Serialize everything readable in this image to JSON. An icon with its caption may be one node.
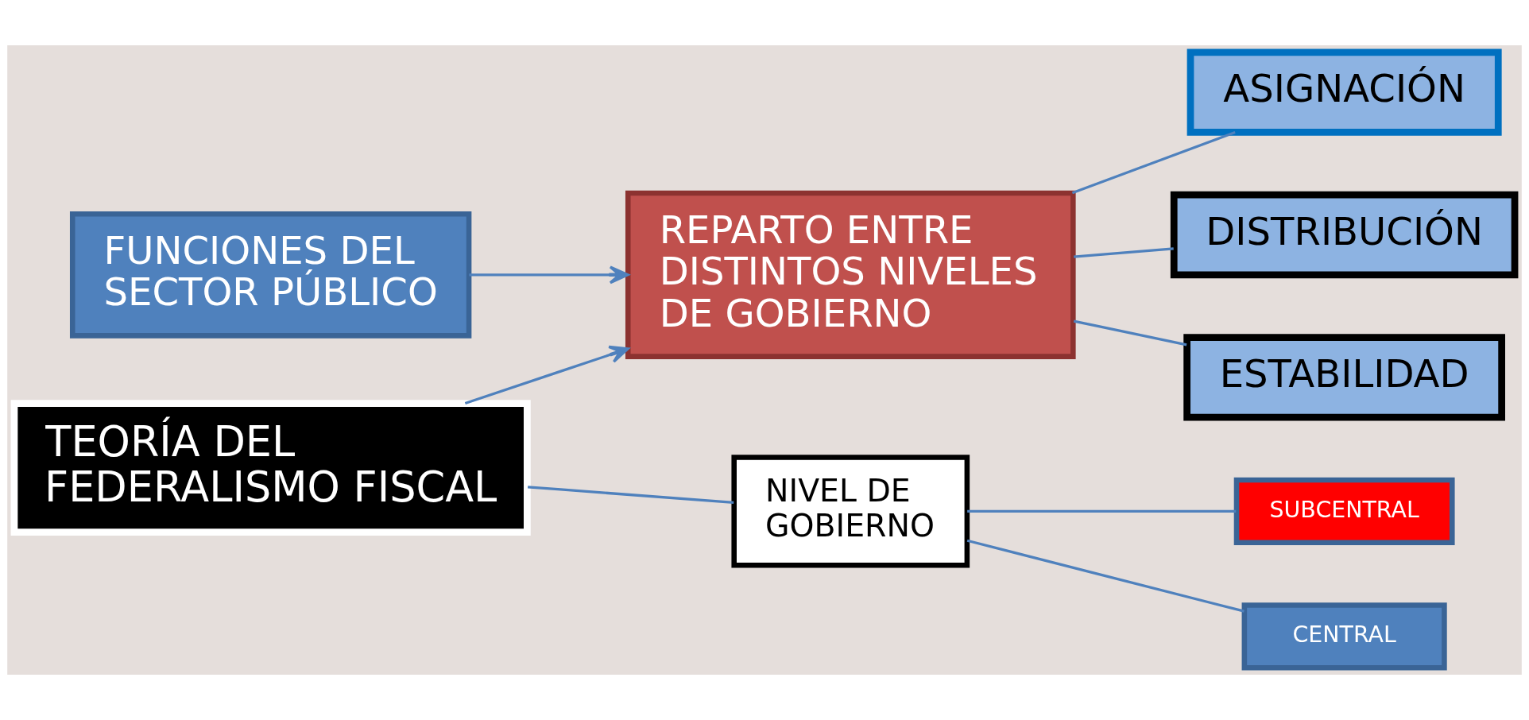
{
  "diagram": {
    "nodes": [
      {
        "text": [
          "FUNCIONES DEL SECTOR PÚBLICO"
        ]
      },
      {
        "text": [
          "REPARTO ENTRE DISTINTOS NIVELES DE GOBIERNO"
        ]
      },
      {
        "text": [
          "ASIGNACIÓN"
        ]
      },
      {
        "text": [
          "DISTRIBUCIÓN"
        ]
      },
      {
        "text": [
          "ESTABILIDAD"
        ]
      },
      {
        "text": [
          "TEORÍA DEL FEDERALISMO FISCAL"
        ]
      },
      {
        "text": [
          "NIVEL DE GOBIERNO"
        ]
      },
      {
        "text": [
          "SUBCENTRAL"
        ]
      },
      {
        "text": [
          "CENTRAL"
        ]
      }
    ],
    "edges": [
      {
        "from": 0,
        "to": 1,
        "arrow": "to"
      },
      {
        "from": 1,
        "to": 2,
        "arrow": "none"
      },
      {
        "from": 1,
        "to": 3,
        "arrow": "none"
      },
      {
        "from": 1,
        "to": 4,
        "arrow": "none"
      },
      {
        "from": 5,
        "to": 1,
        "arrow": "to"
      },
      {
        "from": 5,
        "to": 6,
        "arrow": "none"
      },
      {
        "from": 6,
        "to": 7,
        "arrow": "none"
      },
      {
        "from": 6,
        "to": 8,
        "arrow": "none"
      }
    ]
  }
}
